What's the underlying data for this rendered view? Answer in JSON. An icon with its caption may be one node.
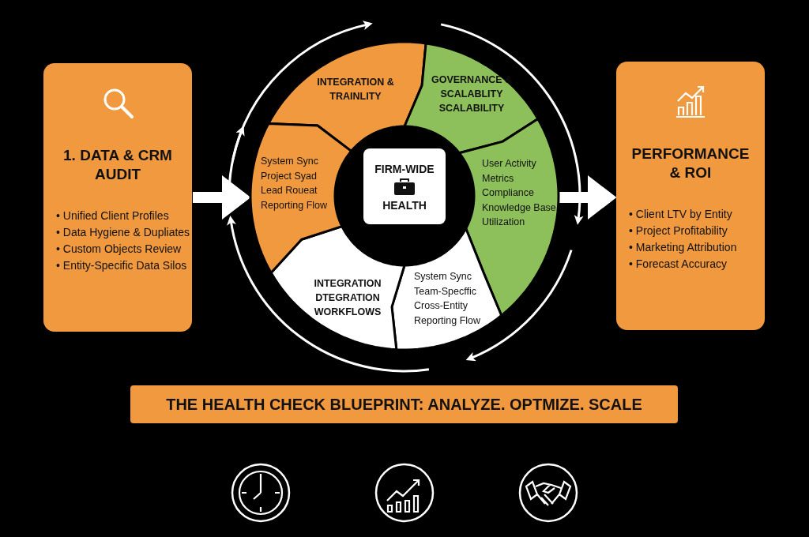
{
  "diagram": {
    "nodes": [
      {
        "text": [
          "1. DATA & CRM AUDIT",
          "• Unified Client Profiles",
          "• Data Hygiene & Dupliates",
          "• Custom Objects Review",
          "• Entity-Specific Data Silos"
        ]
      },
      {
        "text": [
          "INTEGRATION & TRAINLITY"
        ]
      },
      {
        "text": [
          "GOVERNANCE & SCALABLITY SCALABILITY"
        ]
      },
      {
        "text": [
          "User Activity Metrics",
          "Compliance",
          "Knowledge Base Utilization"
        ]
      },
      {
        "text": [
          "System Sync",
          "Team-Specffic",
          "Cross-Entity",
          "Reporting Flow"
        ]
      },
      {
        "text": [
          "INTEGRATION DTEGRATION WORKFLOWS"
        ]
      },
      {
        "text": [
          "System Sync",
          "Project Syad",
          "Lead Roueat",
          "Reporting Flow"
        ]
      },
      {
        "text": [
          "FIRM-WIDE",
          "HEALTH"
        ]
      },
      {
        "text": [
          "PERFORMANCE & ROI",
          "• Client LTV by Entity",
          "• Project Profitability",
          "• Marketing Attribution",
          "• Forecast Accuracy"
        ]
      },
      {
        "text": [
          "THE HEALTH CHECK BLUEPRINT: ANALYZE. OPTMIZE. SCALE"
        ]
      }
    ],
    "edges": [
      {
        "from": 0,
        "to": 6,
        "arrow": "to"
      },
      {
        "from": 3,
        "to": 8,
        "arrow": "to"
      }
    ]
  }
}
